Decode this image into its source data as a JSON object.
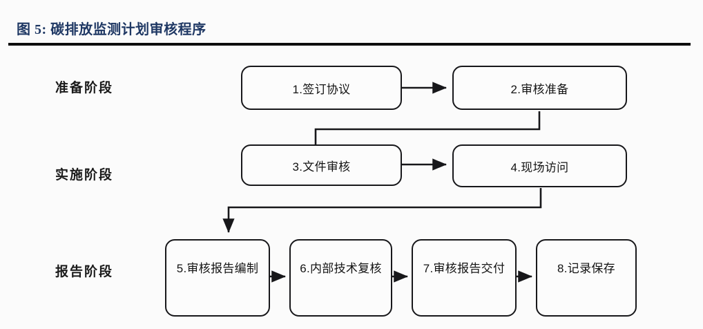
{
  "figure": {
    "label": "图 5:",
    "title": "碳排放监测计划审核程序",
    "accent_color": "#1f3864",
    "rule_color": "#0d0d0d"
  },
  "stages": [
    {
      "id": "preparation",
      "label": "准备阶段"
    },
    {
      "id": "implementation",
      "label": "实施阶段"
    },
    {
      "id": "reporting",
      "label": "报告阶段"
    }
  ],
  "nodes": [
    {
      "id": "n1",
      "label": "1.签订协议"
    },
    {
      "id": "n2",
      "label": "2.审核准备"
    },
    {
      "id": "n3",
      "label": "3.文件审核"
    },
    {
      "id": "n4",
      "label": "4.现场访问"
    },
    {
      "id": "n5",
      "label": "5.审核报告编制"
    },
    {
      "id": "n6",
      "label": "6.内部技术复核"
    },
    {
      "id": "n7",
      "label": "7.审核报告交付"
    },
    {
      "id": "n8",
      "label": "8.记录保存"
    }
  ],
  "flow": {
    "type": "flowchart",
    "direction": "serpentine",
    "edges": [
      {
        "from": "n1",
        "to": "n2",
        "style": "straight-arrow"
      },
      {
        "from": "n2",
        "to": "n3",
        "style": "elbow-down-left"
      },
      {
        "from": "n3",
        "to": "n4",
        "style": "straight-arrow"
      },
      {
        "from": "n4",
        "to": "n5",
        "style": "elbow-down-left-arrow"
      },
      {
        "from": "n5",
        "to": "n6",
        "style": "straight-arrow"
      },
      {
        "from": "n6",
        "to": "n7",
        "style": "straight-arrow"
      },
      {
        "from": "n7",
        "to": "n8",
        "style": "straight-arrow"
      }
    ],
    "line_color": "#17171a"
  }
}
